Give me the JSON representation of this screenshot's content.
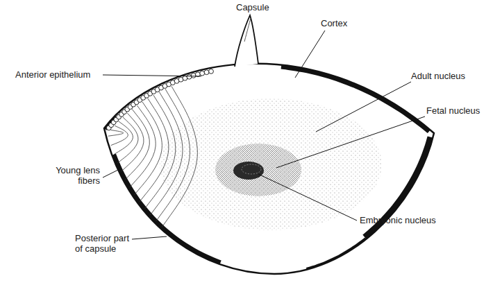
{
  "diagram": {
    "labels": [
      "Capsule",
      "Cortex",
      "Anterior epithelium",
      "Adult nucleus",
      "Fetal nucleus",
      "Young lens fibers",
      "Embryonic nucleus",
      "Posterior part of capsule"
    ]
  }
}
